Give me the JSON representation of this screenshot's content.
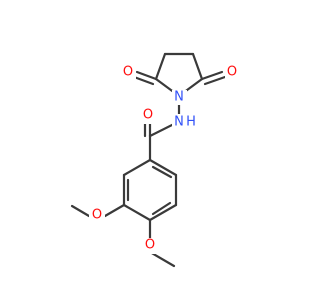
{
  "molecule": {
    "atoms": {
      "o_left": "O",
      "o_right": "O",
      "n_ring": "N",
      "nh": "N",
      "h": "H",
      "o_amide": "O",
      "o_meo3": "O",
      "o_meo4": "O"
    }
  },
  "colors": {
    "bond": "#3a3a3a",
    "oxygen": "#ff0d0d",
    "nitrogen": "#3050f8"
  }
}
